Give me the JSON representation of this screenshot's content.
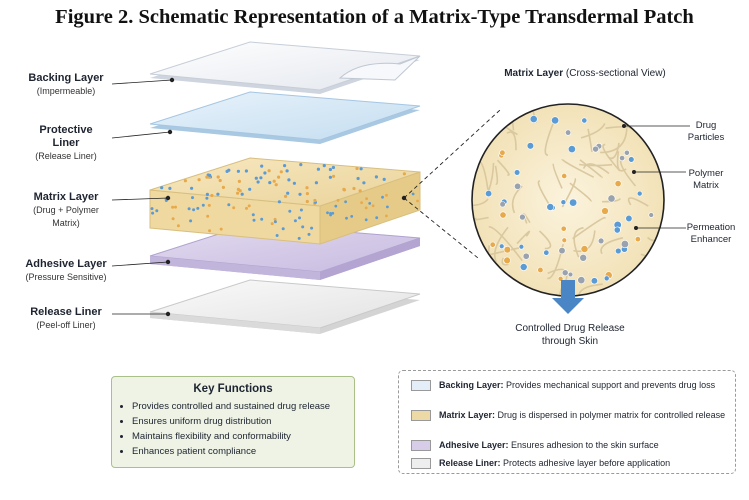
{
  "title": "Figure 2. Schematic Representation of a Matrix-Type Transdermal Patch",
  "layers": [
    {
      "name": "Backing Layer",
      "sub": "(Impermeable)"
    },
    {
      "name": "Protective Liner",
      "sub": "(Release Liner)"
    },
    {
      "name": "Matrix Layer",
      "sub": "(Drug + Polymer Matrix)"
    },
    {
      "name": "Adhesive Layer",
      "sub": "(Pressure Sensitive)"
    },
    {
      "name": "Release Liner",
      "sub": "(Peel-off Liner)"
    }
  ],
  "layer_labels": {
    "backing_title": "Backing Layer",
    "backing_sub": "(Impermeable)",
    "protective_title_1": "Protective",
    "protective_title_2": "Liner",
    "protective_sub": "(Release Liner)",
    "matrix_title": "Matrix Layer",
    "matrix_sub_1": "(Drug + Polymer",
    "matrix_sub_2": "Matrix)",
    "adhesive_title": "Adhesive Layer",
    "adhesive_sub": "(Pressure Sensitive)",
    "release_title": "Release Liner",
    "release_sub": "(Peel-off Liner)"
  },
  "cross_section": {
    "title_bold": "Matrix Layer",
    "title_rest": " (Cross-sectional View)",
    "drug_1": "Drug",
    "drug_2": "Particles",
    "polymer_1": "Polymer",
    "polymer_2": "Matrix",
    "perm_1": "Permeation",
    "perm_2": "Enhancer",
    "release_1": "Controlled Drug Release",
    "release_2": "through Skin"
  },
  "key_functions": {
    "title": "Key Functions",
    "items": [
      "Provides controlled and sustained drug release",
      "Ensures uniform drug distribution",
      "Maintains flexibility and conformability",
      "Enhances patient compliance"
    ]
  },
  "legend": [
    {
      "name": "Backing Layer:",
      "desc": " Provides mechanical support and prevents drug loss",
      "color": "#e4eef8"
    },
    {
      "name": "Matrix Layer:",
      "desc": " Drug is dispersed in polymer matrix for controlled release",
      "color": "#ecd9a6"
    },
    {
      "name": "Adhesive Layer:",
      "desc": " Ensures adhesion to the skin surface",
      "color": "#d7cde8"
    },
    {
      "name": "Release Liner:",
      "desc": " Protects adhesive layer before application",
      "color": "#eeeeee"
    }
  ],
  "colors": {
    "backing": "#f4f6f9",
    "protective": "#d6e9f6",
    "matrix": "#f1dfae",
    "adhesive": "#d6cce7",
    "release": "#ededed",
    "drug_blue": "#5b9bd5",
    "enhancer_orange": "#e8a94a",
    "arrow": "#4a86c5"
  }
}
